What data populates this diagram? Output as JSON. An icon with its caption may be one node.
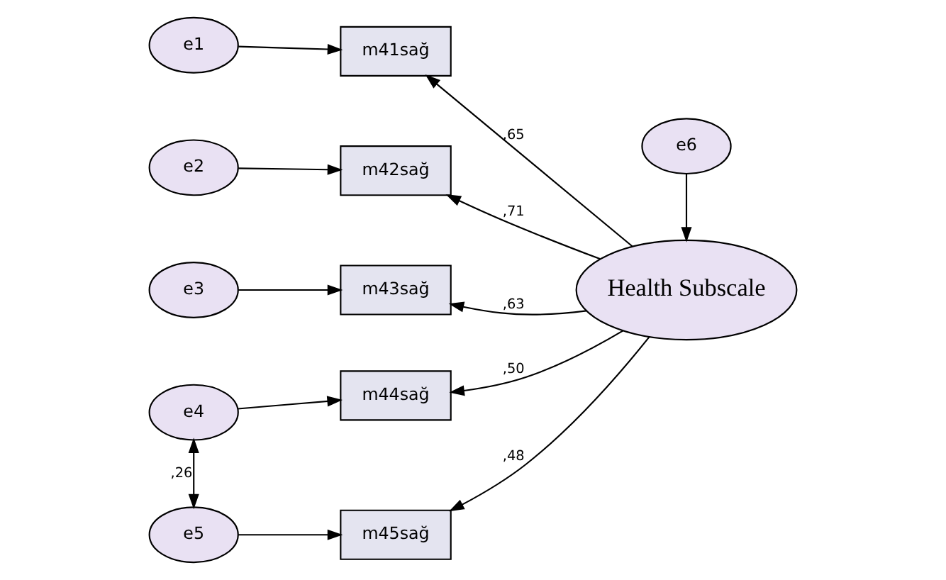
{
  "diagram": {
    "nodes": [
      {
        "text": [
          "e1"
        ]
      },
      {
        "text": [
          "e2"
        ]
      },
      {
        "text": [
          "e3"
        ]
      },
      {
        "text": [
          "e4"
        ]
      },
      {
        "text": [
          "e5"
        ]
      },
      {
        "text": [
          "m41sağ"
        ]
      },
      {
        "text": [
          "m42sağ"
        ]
      },
      {
        "text": [
          "m43sağ"
        ]
      },
      {
        "text": [
          "m44sağ"
        ]
      },
      {
        "text": [
          "m45sağ"
        ]
      },
      {
        "text": [
          "Health Subscale"
        ]
      },
      {
        "text": [
          "e6"
        ]
      }
    ],
    "edges": [
      {
        "from": 0,
        "to": 5,
        "arrow": "to"
      },
      {
        "from": 1,
        "to": 6,
        "arrow": "to"
      },
      {
        "from": 2,
        "to": 7,
        "arrow": "to"
      },
      {
        "from": 3,
        "to": 8,
        "arrow": "to"
      },
      {
        "from": 4,
        "to": 9,
        "arrow": "to"
      },
      {
        "from": 10,
        "to": 5,
        "arrow": "to",
        "label": ",65"
      },
      {
        "from": 10,
        "to": 6,
        "arrow": "to",
        "label": ",71"
      },
      {
        "from": 10,
        "to": 7,
        "arrow": "to",
        "label": ",63"
      },
      {
        "from": 10,
        "to": 8,
        "arrow": "to",
        "label": ",50"
      },
      {
        "from": 10,
        "to": 9,
        "arrow": "to",
        "label": ",48"
      },
      {
        "from": 11,
        "to": 10,
        "arrow": "to"
      },
      {
        "from": 3,
        "to": 4,
        "arrow": "both",
        "label": ",26"
      }
    ]
  }
}
